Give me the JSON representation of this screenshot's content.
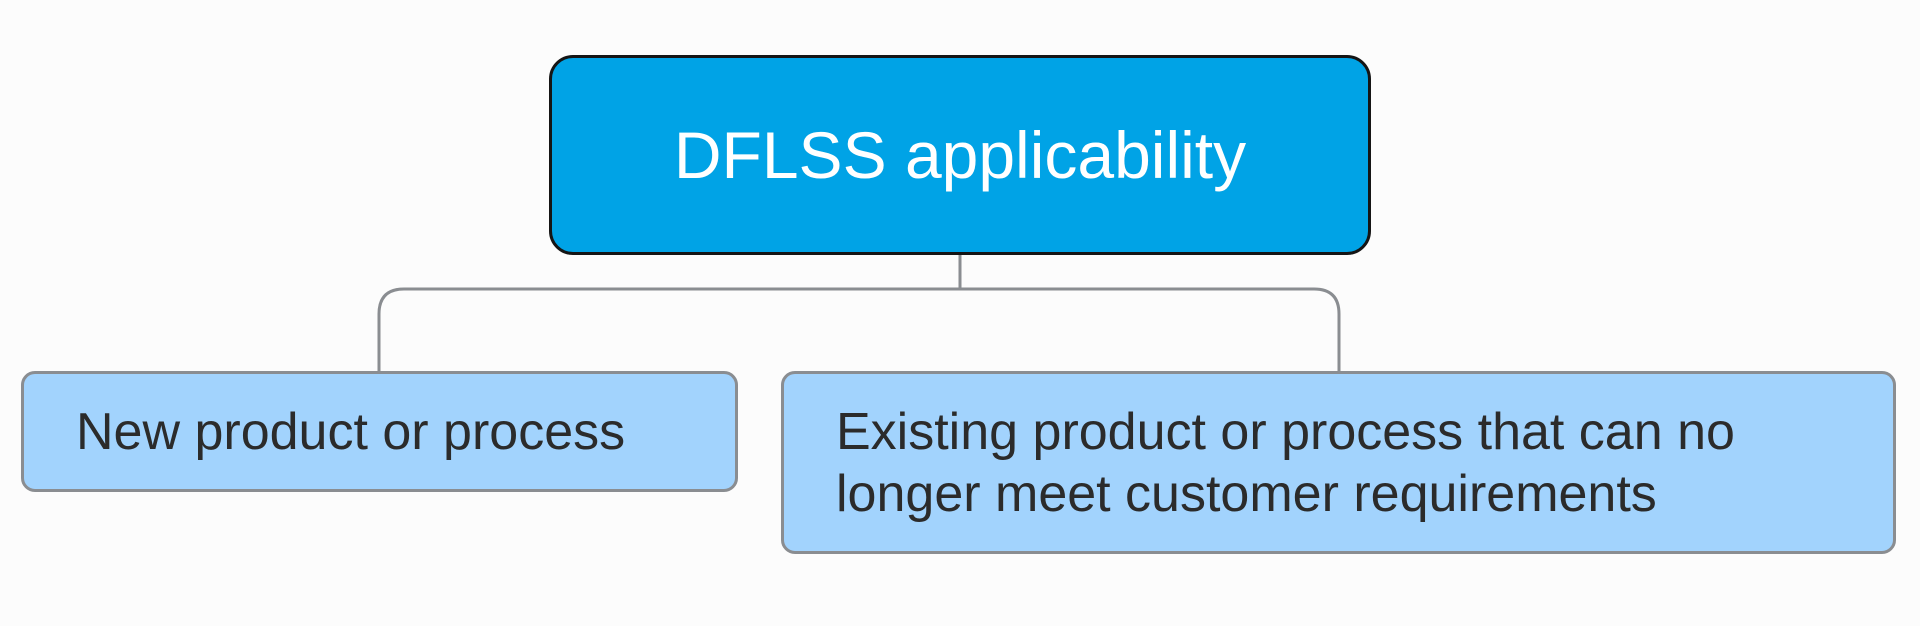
{
  "diagram": {
    "root": {
      "label": "DFLSS applicability"
    },
    "children": [
      {
        "label": "New product or process"
      },
      {
        "label": "Existing product or process that can no longer meet customer requirements"
      }
    ]
  },
  "colors": {
    "background": "#fcfcfc",
    "root_fill": "#00a3e6",
    "root_border": "#151515",
    "root_text": "#ffffff",
    "child_fill": "#a2d3fd",
    "child_border": "#8a8d91",
    "child_text": "#2b2b2b",
    "connector": "#8a8d91"
  }
}
